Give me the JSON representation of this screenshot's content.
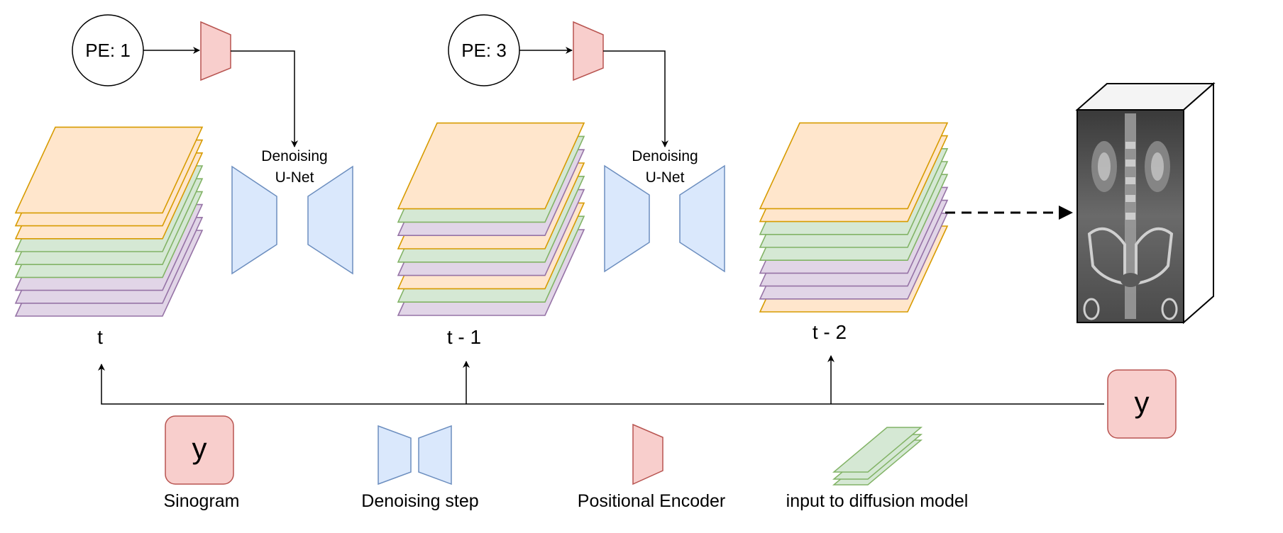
{
  "diagram": {
    "positional_encodings": [
      {
        "label": "PE: 1"
      },
      {
        "label": "PE: 3"
      }
    ],
    "denoisers": [
      {
        "label_line1": "Denoising",
        "label_line2": "U-Net"
      },
      {
        "label_line1": "Denoising",
        "label_line2": "U-Net"
      }
    ],
    "stacks": [
      {
        "label": "t",
        "layers": [
          "purple",
          "purple",
          "purple",
          "green",
          "green",
          "green",
          "orange",
          "orange",
          "orange"
        ]
      },
      {
        "label": "t - 1",
        "layers": [
          "purple",
          "green",
          "orange",
          "purple",
          "green",
          "orange",
          "purple",
          "green",
          "orange"
        ]
      },
      {
        "label": "t - 2",
        "layers": [
          "orange",
          "purple",
          "purple",
          "purple",
          "green",
          "green",
          "green",
          "orange",
          "orange"
        ]
      }
    ],
    "sinogram_box": {
      "symbol": "y"
    },
    "ct_volume": {
      "description_icon": "ct-volume-icon"
    }
  },
  "legend": {
    "items": [
      {
        "icon": "sinogram-icon",
        "symbol": "y",
        "label": "Sinogram"
      },
      {
        "icon": "denoising-step-icon",
        "label": "Denoising step"
      },
      {
        "icon": "positional-encoder-icon",
        "label": "Positional Encoder"
      },
      {
        "icon": "input-layers-icon",
        "label": "input to diffusion model"
      }
    ]
  },
  "colors": {
    "orange_fill": "#ffe6cc",
    "orange_stroke": "#d79b00",
    "green_fill": "#d5e8d4",
    "green_stroke": "#82b366",
    "purple_fill": "#e1d5e7",
    "purple_stroke": "#9673a6",
    "red_fill": "#f8cecc",
    "red_stroke": "#b85450",
    "blue_fill": "#dae8fc",
    "blue_stroke": "#6c8ebf"
  }
}
